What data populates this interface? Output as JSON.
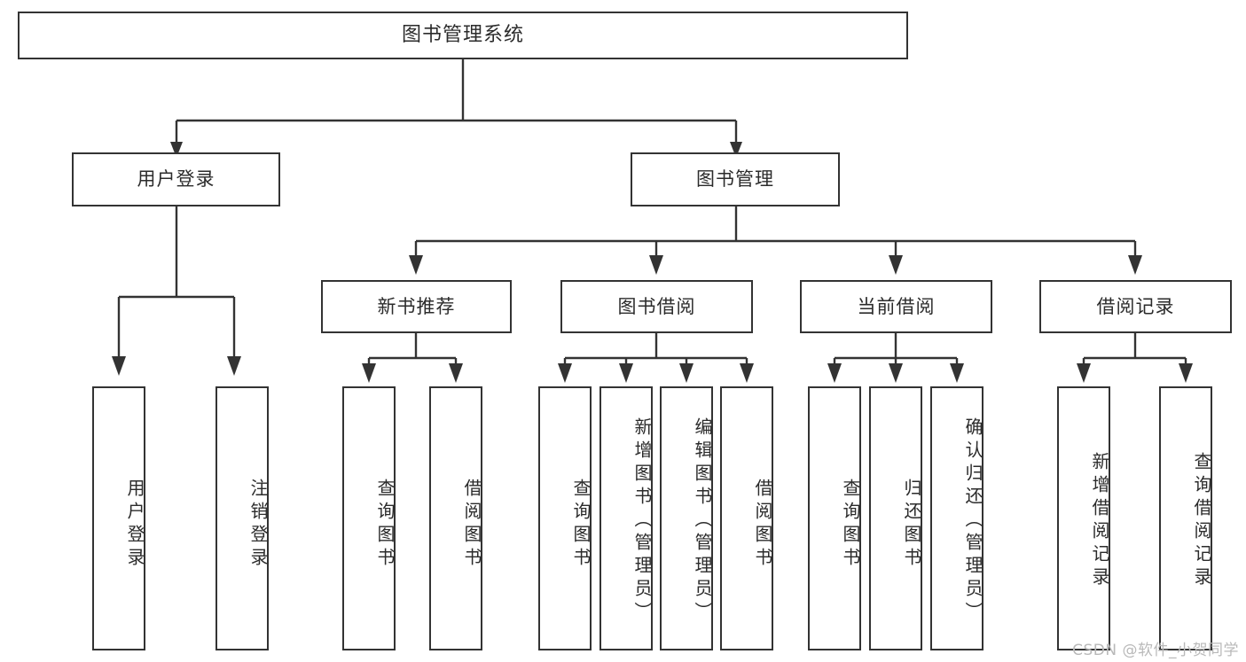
{
  "diagram": {
    "title": "图书管理系统",
    "type": "hierarchy-tree",
    "root": {
      "label": "图书管理系统"
    },
    "level2": [
      {
        "id": "user-login",
        "label": "用户登录"
      },
      {
        "id": "book-manage",
        "label": "图书管理"
      }
    ],
    "level3": [
      {
        "id": "new-book-recommend",
        "label": "新书推荐"
      },
      {
        "id": "book-borrow",
        "label": "图书借阅"
      },
      {
        "id": "current-borrow",
        "label": "当前借阅"
      },
      {
        "id": "borrow-record",
        "label": "借阅记录"
      }
    ],
    "leaves": [
      {
        "id": "leaf-user-login",
        "label": "用户登录"
      },
      {
        "id": "leaf-logout-login",
        "label": "注销登录"
      },
      {
        "id": "leaf-query-book-1",
        "label": "查询图书"
      },
      {
        "id": "leaf-borrow-book-1",
        "label": "借阅图书"
      },
      {
        "id": "leaf-query-book-2",
        "label": "查询图书"
      },
      {
        "id": "leaf-add-book-admin",
        "label": "新增图书（管理员）"
      },
      {
        "id": "leaf-edit-book-admin",
        "label": "编辑图书（管理员）"
      },
      {
        "id": "leaf-borrow-book-2",
        "label": "借阅图书"
      },
      {
        "id": "leaf-query-book-3",
        "label": "查询图书"
      },
      {
        "id": "leaf-return-book",
        "label": "归还图书"
      },
      {
        "id": "leaf-confirm-return-admin",
        "label": "确认归还（管理员）"
      },
      {
        "id": "leaf-add-borrow-record",
        "label": "新增借阅记录"
      },
      {
        "id": "leaf-query-borrow-record",
        "label": "查询借阅记录"
      }
    ]
  },
  "watermark": {
    "text": "CSDN @软件_小贺同学"
  },
  "colors": {
    "stroke": "#333333",
    "text": "#2b2b2b",
    "background": "#ffffff",
    "watermark": "#b9b9b9"
  }
}
